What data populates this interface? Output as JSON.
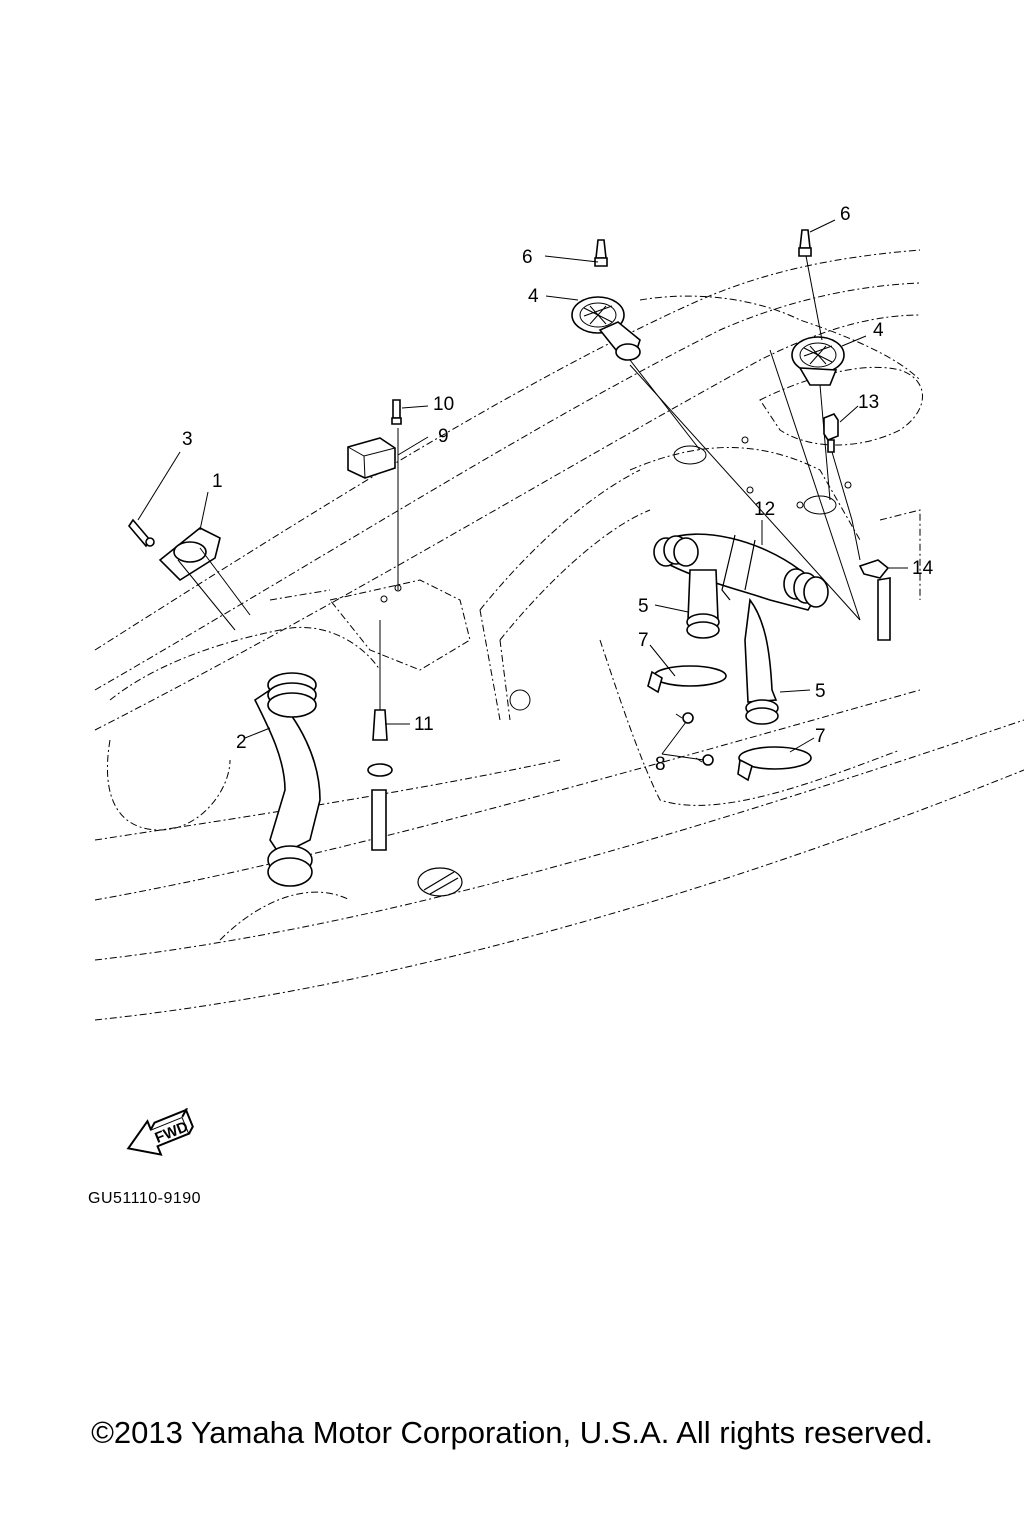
{
  "callouts": {
    "c1": "1",
    "c2": "2",
    "c3": "3",
    "c4a": "4",
    "c4b": "4",
    "c5a": "5",
    "c5b": "5",
    "c6a": "6",
    "c6b": "6",
    "c7a": "7",
    "c7b": "7",
    "c8": "8",
    "c9": "9",
    "c10": "10",
    "c11": "11",
    "c12": "12",
    "c13": "13",
    "c14": "14"
  },
  "fwd_label": "FWD",
  "drawing_code": "GU51110-9190",
  "copyright": "©2013 Yamaha Motor Corporation, U.S.A. All rights reserved."
}
